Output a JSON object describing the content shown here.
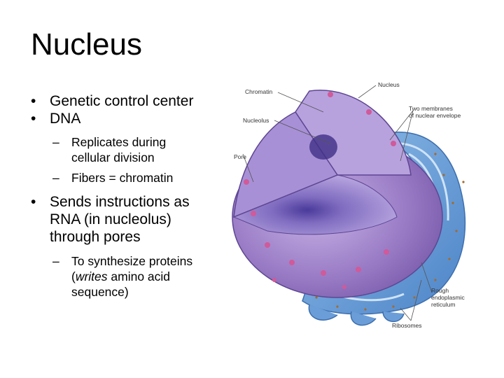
{
  "slide": {
    "title": "Nucleus",
    "bullets": [
      {
        "text": "Genetic control center"
      },
      {
        "text": "DNA"
      },
      {
        "text": "Replicates during"
      },
      {
        "text": "cellular division"
      },
      {
        "text": "Fibers = chromatin"
      },
      {
        "text": "Sends instructions as"
      },
      {
        "text": "RNA (in nucleolus)"
      },
      {
        "text": "through pores"
      },
      {
        "text": "To synthesize proteins"
      },
      {
        "text": "writes"
      },
      {
        "text": "amino acid"
      },
      {
        "text": "sequence)"
      }
    ]
  },
  "figure": {
    "labels": {
      "nucleus": "Nucleus",
      "chromatin": "Chromatin",
      "nucleolus": "Nucleolus",
      "pore": "Pore",
      "two_membranes_1": "Two membranes",
      "two_membranes_2": "of nuclear envelope",
      "rough_er_1": "Rough",
      "rough_er_2": "endoplasmic",
      "rough_er_3": "reticulum",
      "ribosomes": "Ribosomes"
    },
    "colors": {
      "nucleus_purple": "#9a7cc6",
      "er_blue": "#6b9ed8",
      "pore_pink": "#d05a9a"
    }
  }
}
